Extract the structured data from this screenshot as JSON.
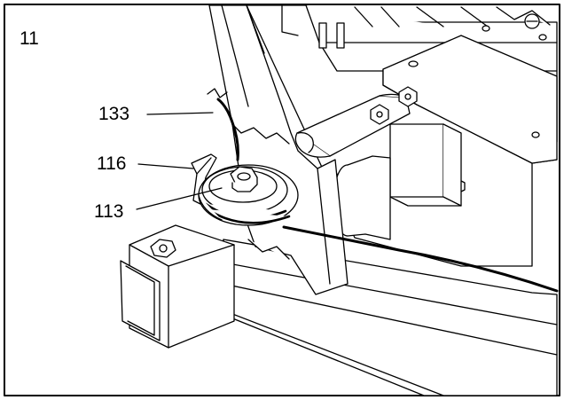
{
  "step": {
    "number": "11"
  },
  "callouts": [
    {
      "id": "133",
      "text": "133"
    },
    {
      "id": "116",
      "text": "116"
    },
    {
      "id": "113",
      "text": "113"
    }
  ],
  "colors": {
    "line": "#000000",
    "fill": "#ffffff"
  }
}
